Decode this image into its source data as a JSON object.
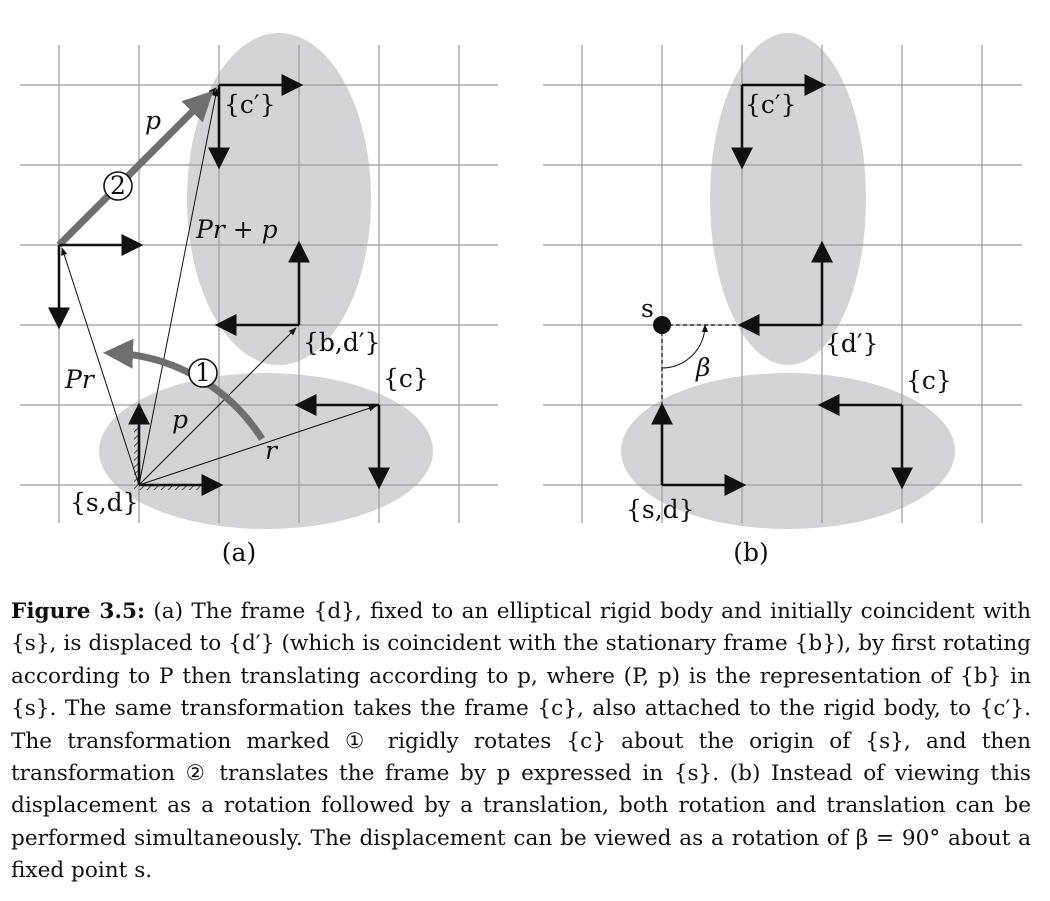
{
  "panel_a": {
    "label": "(a)",
    "frame_labels": {
      "s_d": "{s,d}",
      "b_dprime": "{b,d′}",
      "c": "{c}",
      "cprime": "{c′}"
    },
    "vector_labels": {
      "p_top": "p",
      "p_low": "p",
      "r": "r",
      "Pr": "Pr",
      "Pr_plus_p": "Pr + p"
    },
    "step_markers": {
      "rotation": "1",
      "translation": "2"
    }
  },
  "panel_b": {
    "label": "(b)",
    "frame_labels": {
      "s_d": "{s,d}",
      "dprime": "{d′}",
      "c": "{c}",
      "cprime": "{c′}"
    },
    "point_label": "s",
    "angle_label": "β"
  },
  "caption": {
    "figure_number": "Figure 3.5:",
    "text": "(a) The frame {d}, fixed to an elliptical rigid body and initially coincident with {s}, is displaced to {d′} (which is coincident with the stationary frame {b}), by first rotating according to P then translating according to p, where (P, p) is the representation of {b} in {s}. The same transformation takes the frame {c}, also attached to the rigid body, to {c′}. The transformation marked ① rigidly rotates {c} about the origin of {s}, and then transformation ② translates the frame by p expressed in {s}. (b) Instead of viewing this displacement as a rotation followed by a translation, both rotation and translation can be performed simultaneously. The displacement can be viewed as a rotation of β = 90° about a fixed point s."
  }
}
